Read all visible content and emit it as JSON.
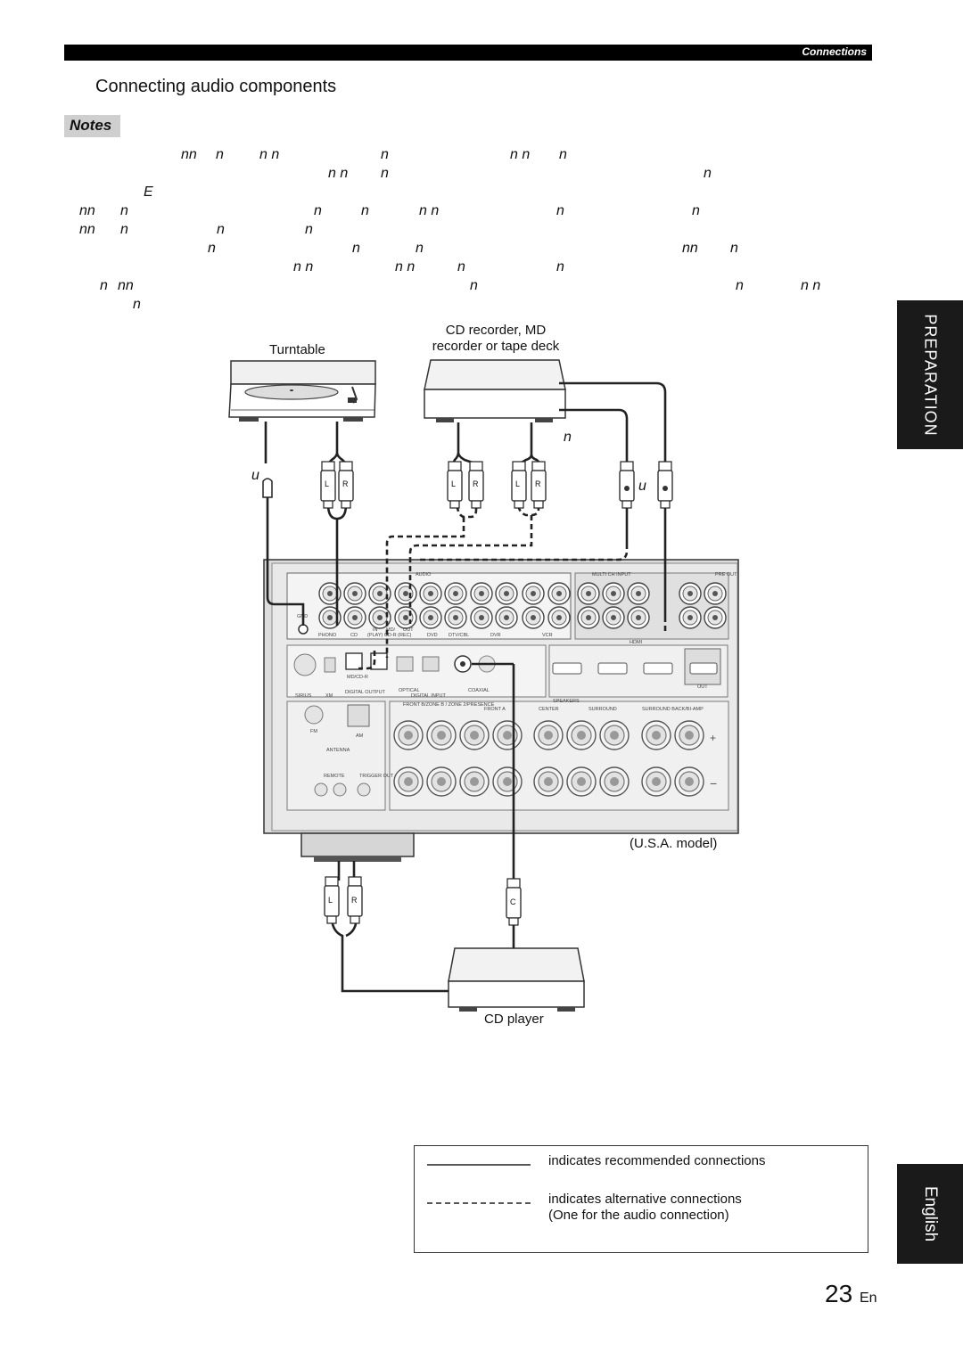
{
  "header": {
    "section_label": "Connections"
  },
  "page_title": "Connecting audio components",
  "notes": {
    "label": "Notes",
    "fragments": [
      "nn",
      "n",
      "n n",
      "n",
      "n n",
      "n",
      "n n",
      "n",
      "n",
      "E",
      "nn",
      "n",
      "n",
      "n",
      "n n",
      "n",
      "n",
      "nn",
      "n",
      "n",
      "n",
      "n",
      "n",
      "n",
      "nn",
      "n",
      "n n",
      "n n",
      "n",
      "n",
      "n",
      "nn",
      "n",
      "n",
      "n n",
      "n"
    ]
  },
  "side_tabs": {
    "preparation": "PREPARATION",
    "english": "English"
  },
  "diagram": {
    "turntable_label": "Turntable",
    "recorder_label": "CD recorder, MD\nrecorder or tape deck",
    "recorder_fragment": "n",
    "gnd_fragment": "u",
    "digital_fragment": "u",
    "model_label": "(U.S.A. model)",
    "cd_player_label": "CD player",
    "plug_letters": {
      "left": "L",
      "right": "R",
      "coaxial": "C"
    },
    "panel_labels": {
      "audio": "AUDIO",
      "gnd": "GND",
      "phono": "PHONO",
      "cd": "CD",
      "md_in": "IN",
      "md": "MD/",
      "md_out": "OUT",
      "cd_r": "(PLAY) CD-R (REC)",
      "dvd": "DVD",
      "dtv_cbl": "DTV/CBL",
      "dvr": "DVR",
      "vcr": "VCR",
      "digital_output": "DIGITAL OUTPUT",
      "digital_input": "DIGITAL INPUT",
      "optical": "OPTICAL",
      "coaxial": "COAXIAL",
      "md_cd_r": "MD/CD-R",
      "speakers": "SPEAKERS",
      "front_a": "FRONT A",
      "center": "CENTER",
      "surround": "SURROUND",
      "surround_back": "SURROUND BACK/BI-AMP",
      "multi_ch_input": "MULTI CH INPUT",
      "pre_out": "PRE OUT",
      "hdmi": "HDMI",
      "out": "OUT",
      "antenna": "ANTENNA",
      "fm": "FM",
      "am": "AM",
      "remote": "REMOTE",
      "trigger": "TRIGGER OUT",
      "sirius": "SIRIUS",
      "xm": "XM",
      "zone2": "FRONT B/ZONE B / ZONE 2/PRESENCE"
    }
  },
  "legend": {
    "recommended": "indicates recommended connections",
    "alternative": "indicates alternative connections",
    "alternative_note": "(One for the audio connection)"
  },
  "page_number": {
    "number": "23",
    "suffix": "En"
  }
}
